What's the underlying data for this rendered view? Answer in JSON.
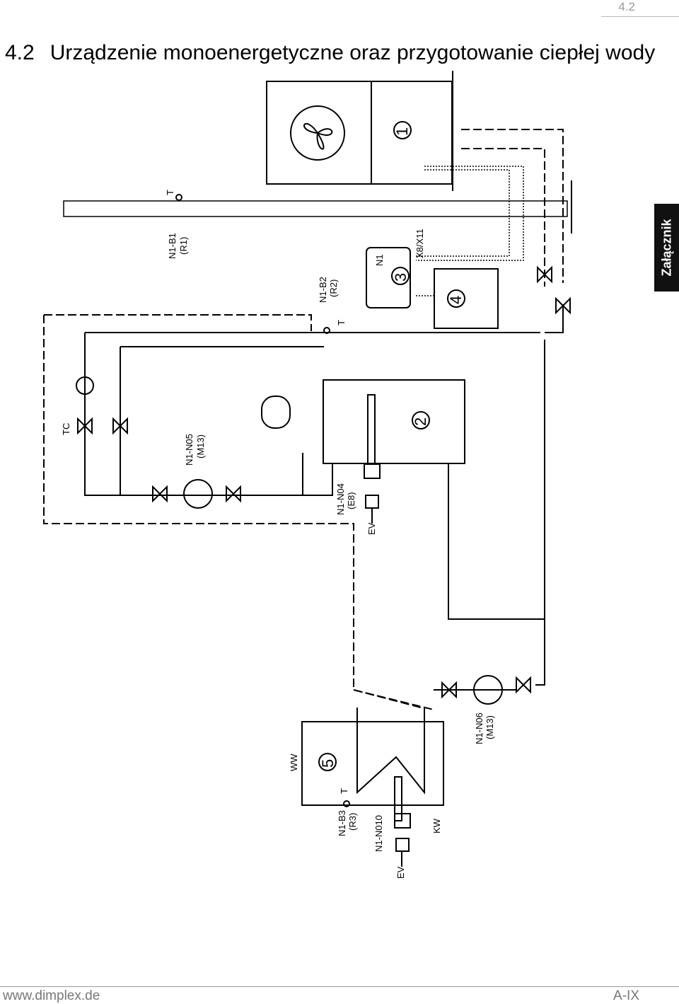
{
  "page_number": "4.2",
  "title": {
    "number": "4.2",
    "text": "Urządzenie monoenergetyczne oraz przygotowanie ciepłej wody"
  },
  "side_tab": "Załącznik",
  "footer": {
    "website": "www.dimplex.de",
    "page_code": "A-IX"
  },
  "labels": {
    "n1": {
      "c1": "1",
      "c2": "2",
      "c3": "3",
      "c4": "4",
      "c5": "5"
    },
    "b1": "N1-B1",
    "r1": "(R1)",
    "b2": "N1-B2",
    "r2": "(R2)",
    "b3": "N1-B3",
    "r3": "(R3)",
    "n05": "N1-N05",
    "m13a": "(M13)",
    "n04": "N1-N04",
    "e8": "(E8)",
    "n06": "N1-N06",
    "m13b": "(M13)",
    "n010": "N1-N010",
    "ev": "EV",
    "t": "T",
    "tc": "TC",
    "ww": "WW",
    "kw": "KW",
    "x811": "X8/X11",
    "n1tag": "N1"
  },
  "colors": {
    "tab_bg": "#111111",
    "line": "#000000",
    "header_grey": "#999999"
  }
}
